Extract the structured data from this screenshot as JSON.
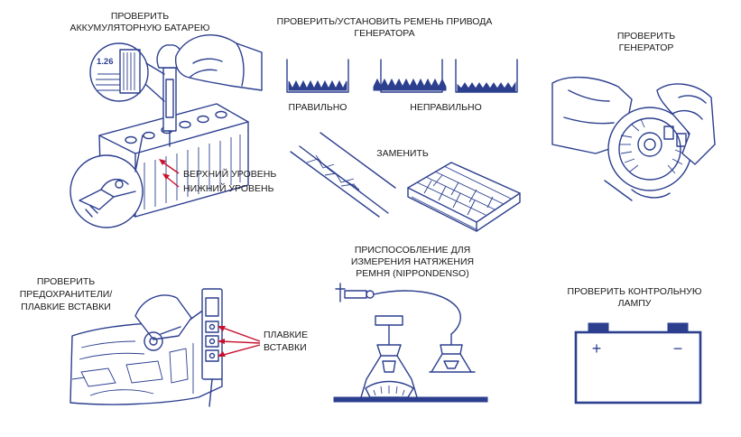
{
  "battery": {
    "title_line1": "ПРОВЕРИТЬ",
    "title_line2": "АККУМУЛЯТОРНУЮ БАТАРЕЮ",
    "gauge_value": "1.26",
    "upper_level": "ВЕРХНИЙ УРОВЕНЬ",
    "lower_level": "НИЖНИЙ УРОВЕНЬ"
  },
  "belt": {
    "title_line1": "ПРОВЕРИТЬ/УСТАНОВИТЬ РЕМЕНЬ ПРИВОДА",
    "title_line2": "ГЕНЕРАТОРА",
    "correct": "ПРАВИЛЬНО",
    "incorrect": "НЕПРАВИЛЬНО",
    "replace": "ЗАМЕНИТЬ"
  },
  "generator": {
    "title_line1": "ПРОВЕРИТЬ",
    "title_line2": "ГЕНЕРАТОР"
  },
  "fuses": {
    "title_line1": "ПРОВЕРИТЬ",
    "title_line2": "ПРЕДОХРАНИТЕЛИ/",
    "title_line3": "ПЛАВКИЕ ВСТАВКИ",
    "callout_line1": "ПЛАВКИЕ",
    "callout_line2": "ВСТАВКИ"
  },
  "tension_tool": {
    "title_line1": "ПРИСПОСОБЛЕНИЕ ДЛЯ",
    "title_line2": "ИЗМЕРЕНИЯ НАТЯЖЕНИЯ",
    "title_line3": "РЕМНЯ (NIPPONDENSO)"
  },
  "warning_lamp": {
    "title_line1": "ПРОВЕРИТЬ КОНТРОЛЬНУЮ",
    "title_line2": "ЛАМПУ",
    "plus": "+",
    "minus": "−"
  },
  "colors": {
    "ink": "#2c3f8f",
    "callout": "#c8102e",
    "text": "#1a1a1a"
  }
}
